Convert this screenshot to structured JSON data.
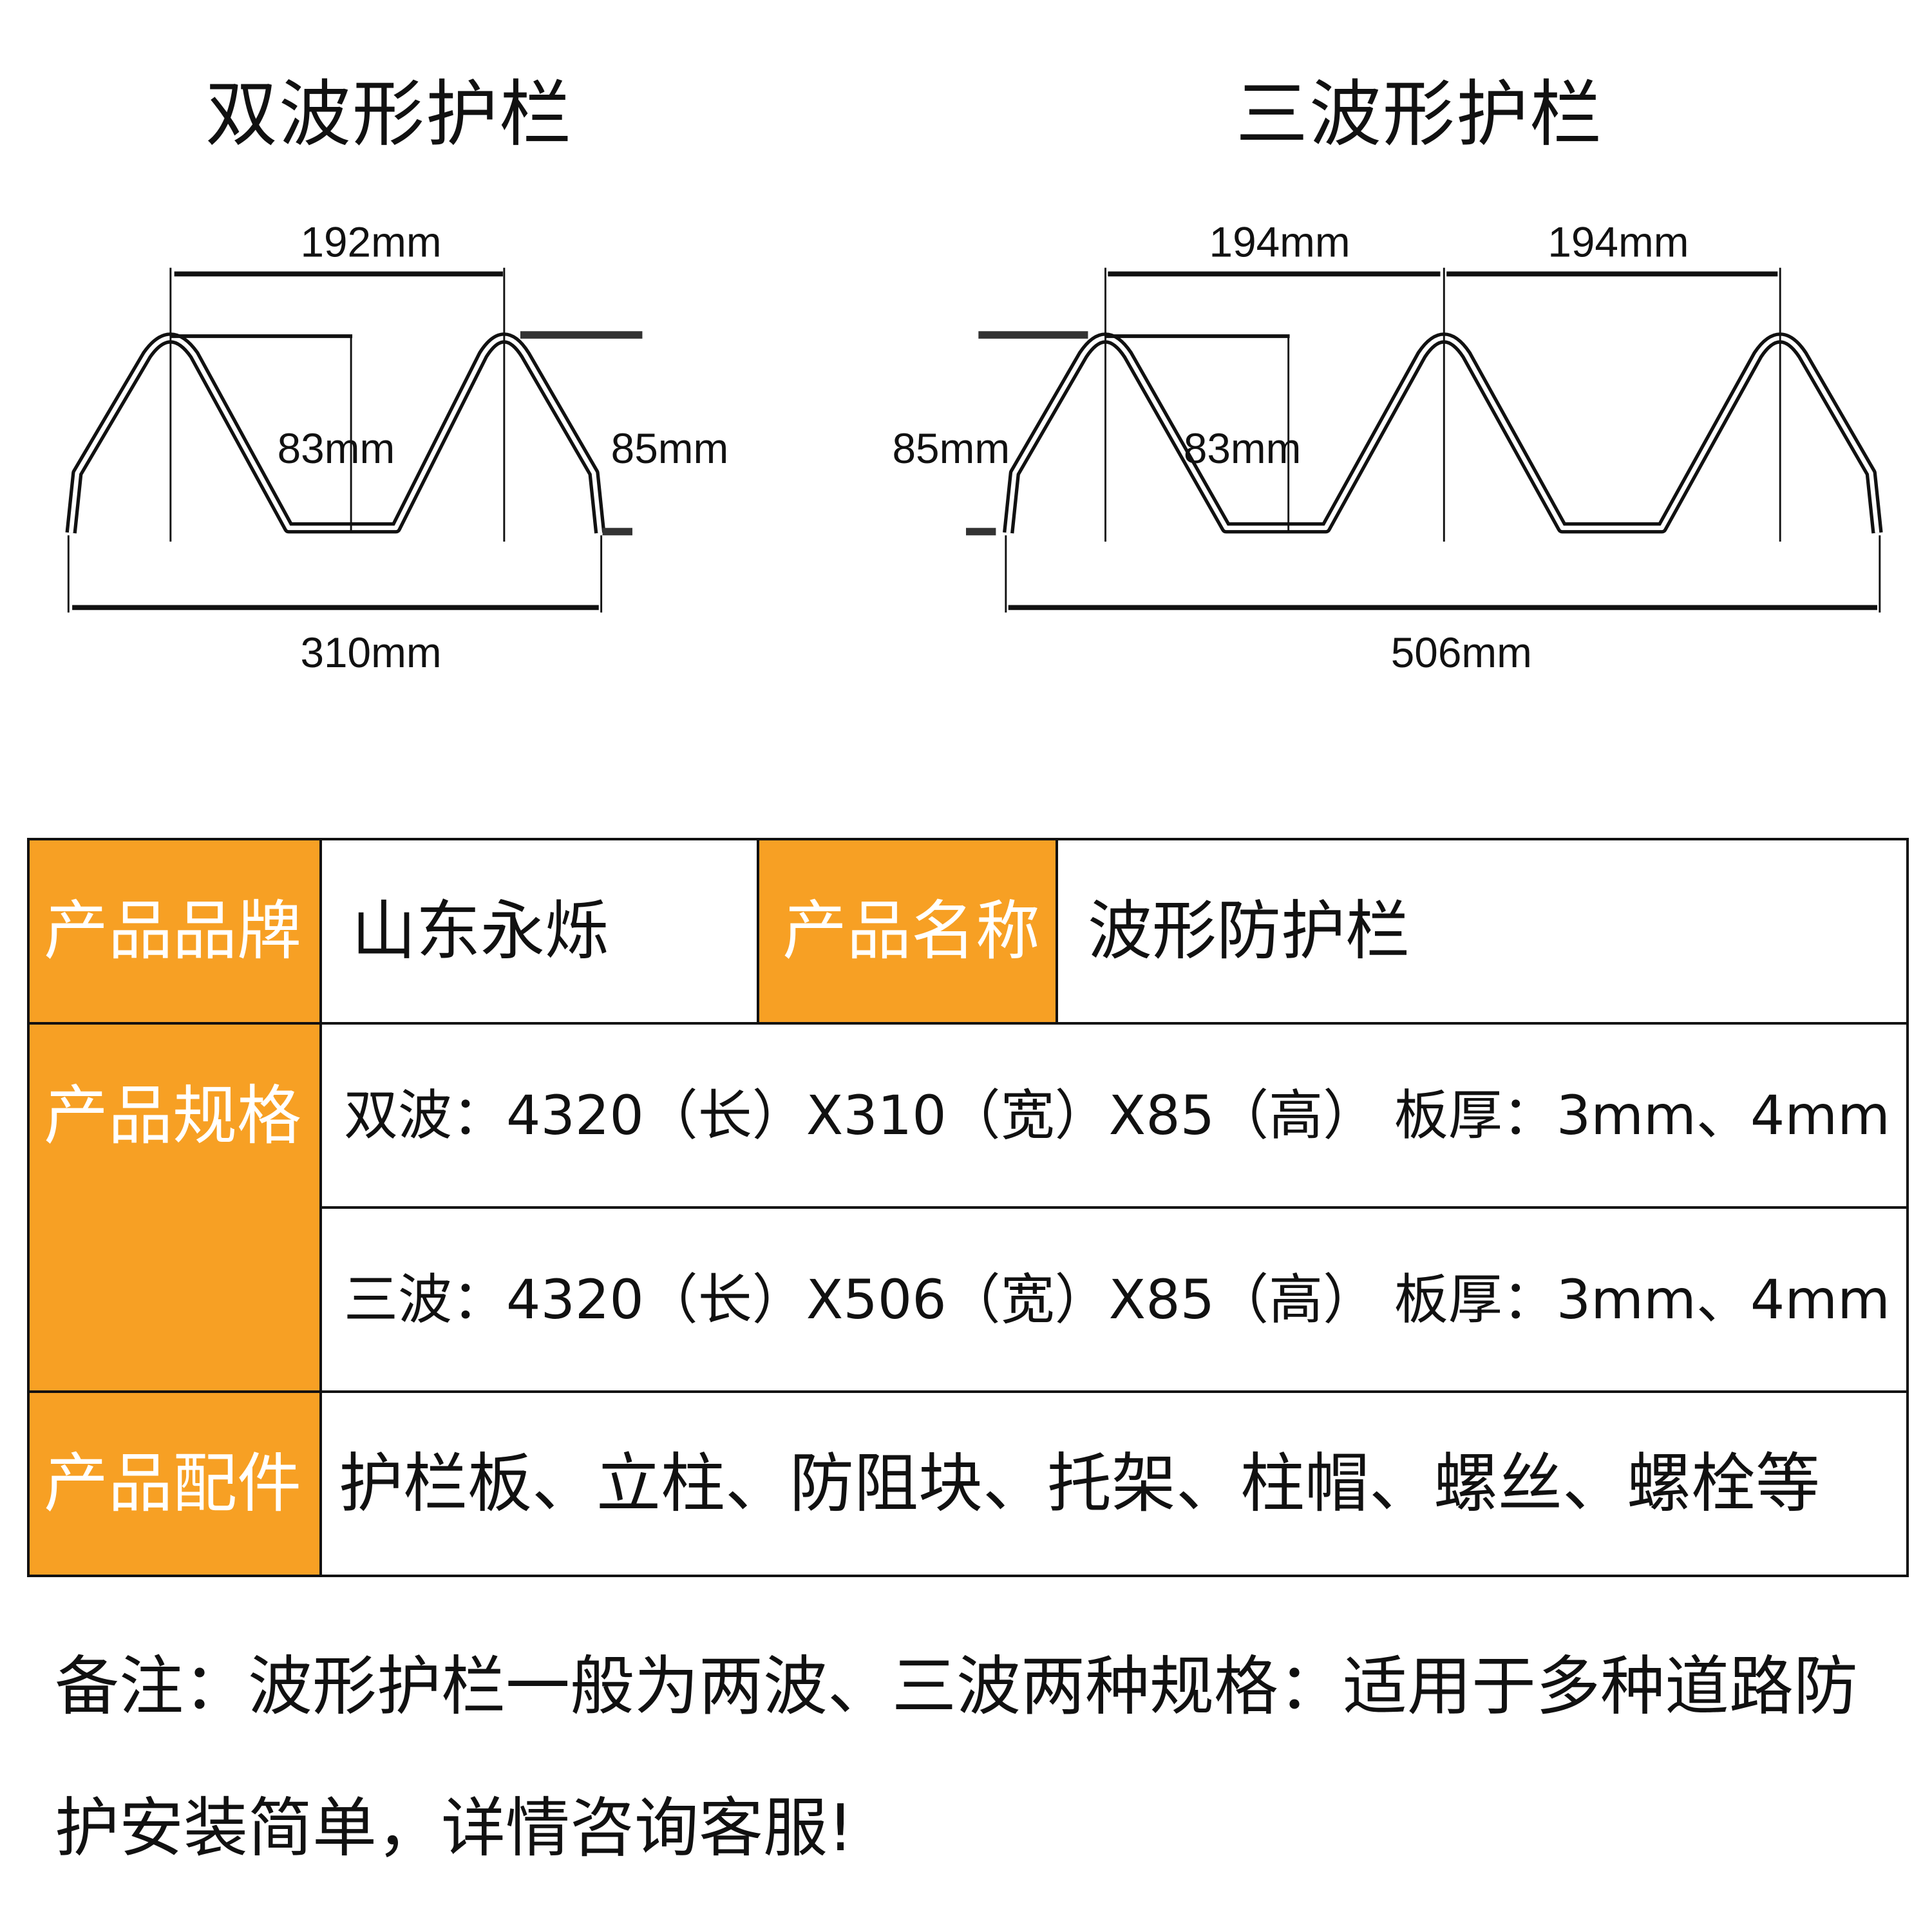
{
  "diagrams": {
    "double": {
      "title": "双波形护栏",
      "pitch": "192mm",
      "inner_height": "83mm",
      "height": "85mm",
      "width": "310mm"
    },
    "triple": {
      "title": "三波形护栏",
      "pitch_1": "194mm",
      "pitch_2": "194mm",
      "inner_height": "83mm",
      "height": "85mm",
      "width": "506mm"
    }
  },
  "table": {
    "brand_label": "产品品牌",
    "brand_value": "山东永烁",
    "name_label": "产品名称",
    "name_value": "波形防护栏",
    "spec_label": "产品规格",
    "spec_double": "双波：4320（长）X310（宽）X85（高） 板厚：3mm、4mm",
    "spec_triple": "三波：4320（长）X506（宽）X85（高） 板厚：3mm、4mm",
    "parts_label": "产品配件",
    "parts_value": "护栏板、立柱、防阻块、托架、柱帽、螺丝、螺栓等"
  },
  "note": "备注：波形护栏一般为两波、三波两种规格：适用于多种道路防护安装简单，详情咨询客服!",
  "colors": {
    "header_bg": "#F7A024",
    "header_text": "#FFFFFF",
    "line": "#111111"
  }
}
